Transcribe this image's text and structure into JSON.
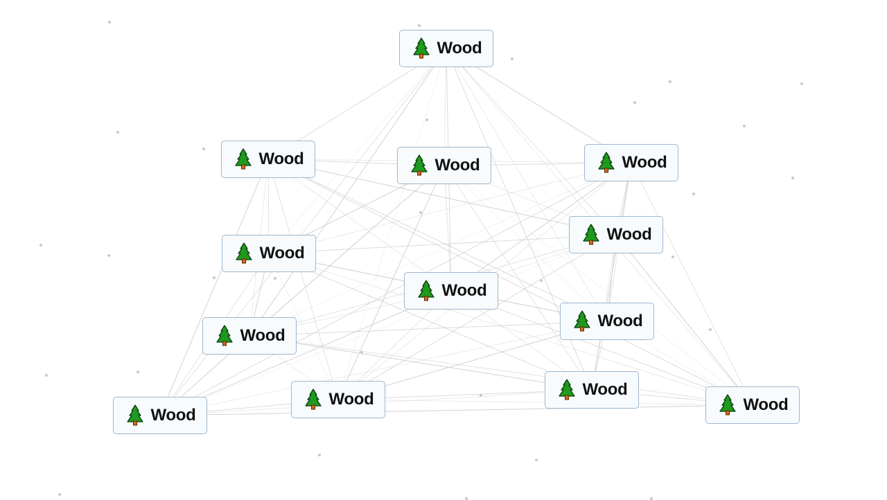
{
  "canvas": {
    "items": [
      {
        "label": "Wood",
        "icon": "evergreen-tree-icon"
      },
      {
        "label": "Wood",
        "icon": "evergreen-tree-icon"
      },
      {
        "label": "Wood",
        "icon": "evergreen-tree-icon"
      },
      {
        "label": "Wood",
        "icon": "evergreen-tree-icon"
      },
      {
        "label": "Wood",
        "icon": "evergreen-tree-icon"
      },
      {
        "label": "Wood",
        "icon": "evergreen-tree-icon"
      },
      {
        "label": "Wood",
        "icon": "evergreen-tree-icon"
      },
      {
        "label": "Wood",
        "icon": "evergreen-tree-icon"
      },
      {
        "label": "Wood",
        "icon": "evergreen-tree-icon"
      },
      {
        "label": "Wood",
        "icon": "evergreen-tree-icon"
      },
      {
        "label": "Wood",
        "icon": "evergreen-tree-icon"
      },
      {
        "label": "Wood",
        "icon": "evergreen-tree-icon"
      },
      {
        "label": "Wood",
        "icon": "evergreen-tree-icon"
      }
    ]
  },
  "colors": {
    "line": "#cfcfcf",
    "node_border": "#9fb6cc",
    "node_bg": "#f7fbfe",
    "tree_green": "#1f9a1f",
    "trunk": "#d2691e"
  }
}
